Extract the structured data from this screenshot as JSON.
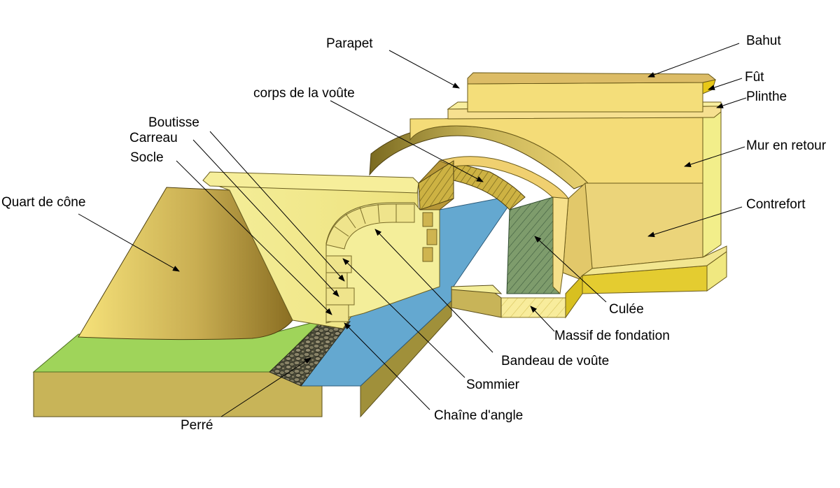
{
  "labels": {
    "parapet": "Parapet",
    "bahut": "Bahut",
    "fut": "Fût",
    "plinthe": "Plinthe",
    "corps_voute": "corps de la voûte",
    "mur_retour": "Mur en retour",
    "boutisse": "Boutisse",
    "carreau": "Carreau",
    "socle": "Socle",
    "contrefort": "Contrefort",
    "quart_cone": "Quart de cône",
    "culee": "Culée",
    "massif_fondation": "Massif de fondation",
    "bandeau_voute": "Bandeau de voûte",
    "sommier": "Sommier",
    "chaine_angle": "Chaîne d'angle",
    "perre": "Perré"
  },
  "colors": {
    "stone_light": "#f4f08a",
    "stone_mid": "#f2d97a",
    "stone_dark": "#b8a040",
    "ochre": "#e0c820",
    "water": "#64a8d0",
    "grass": "#9fd45a",
    "ground_side": "#c8b458",
    "ground_side_dark": "#a08c3a",
    "riprap": "#5a5a48",
    "culee_fill": "#7a9a6a"
  },
  "icons": {
    "arrowhead": "arrowhead-icon"
  }
}
